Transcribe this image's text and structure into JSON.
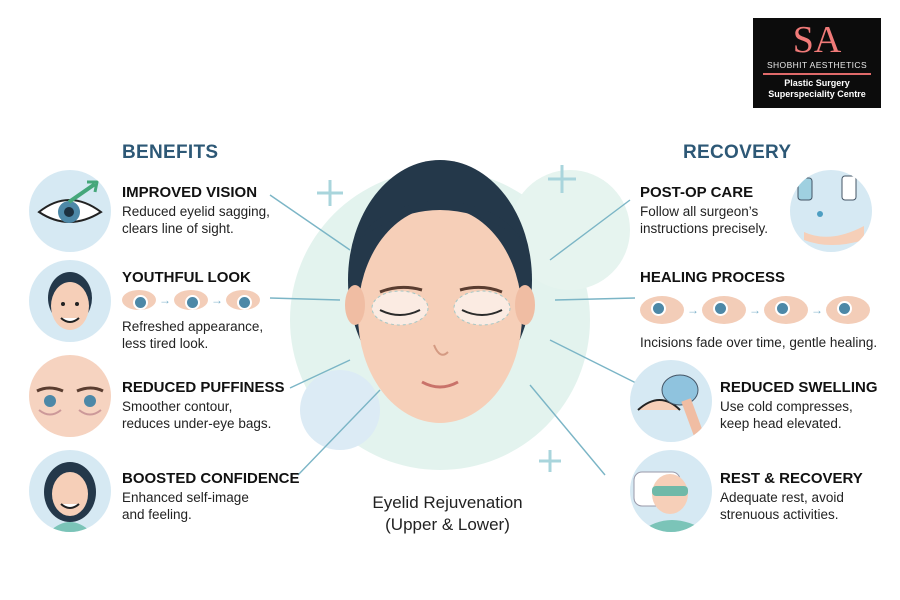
{
  "logo": {
    "monogram": "SA",
    "brand": "SHOBHIT AESTHETICS",
    "line1": "Plastic Surgery",
    "line2": "Superspeciality Centre"
  },
  "benefits": {
    "heading": "BENEFITS",
    "items": [
      {
        "title": "IMPROVED VISION",
        "desc1": "Reduced eyelid sagging,",
        "desc2": "clears line of sight.",
        "icon": "eye-lift-icon"
      },
      {
        "title": "YOUTHFUL LOOK",
        "desc1": "Refreshed appearance,",
        "desc2": "less tired look.",
        "icon": "young-face-icon"
      },
      {
        "title": "REDUCED PUFFINESS",
        "desc1": "Smoother contour,",
        "desc2": "reduces under-eye bags.",
        "icon": "puffy-eyes-icon"
      },
      {
        "title": "BOOSTED CONFIDENCE",
        "desc1": "Enhanced self-image",
        "desc2": "and feeling.",
        "icon": "smiling-woman-icon"
      }
    ]
  },
  "recovery": {
    "heading": "RECOVERY",
    "items": [
      {
        "title": "POST-OP CARE",
        "desc1": "Follow all surgeon’s",
        "desc2": "instructions precisely.",
        "icon": "eye-drops-icon"
      },
      {
        "title": "HEALING PROCESS",
        "desc1": "Incisions fade over time, gentle healing.",
        "desc2": "",
        "icon": "healing-eyes-icon"
      },
      {
        "title": "REDUCED SWELLING",
        "desc1": "Use cold compresses,",
        "desc2": "keep head elevated.",
        "icon": "cold-compress-icon"
      },
      {
        "title": "REST & RECOVERY",
        "desc1": "Adequate rest, avoid",
        "desc2": "strenuous activities.",
        "icon": "sleep-mask-icon"
      }
    ]
  },
  "center": {
    "caption1": "Eyelid Rejuvenation",
    "caption2": "(Upper & Lower)"
  },
  "colors": {
    "heading": "#2d5876",
    "accent": "#7bc4b8",
    "skin": "#f6cfb8",
    "hair": "#24384a",
    "logo_red": "#f07a78"
  }
}
